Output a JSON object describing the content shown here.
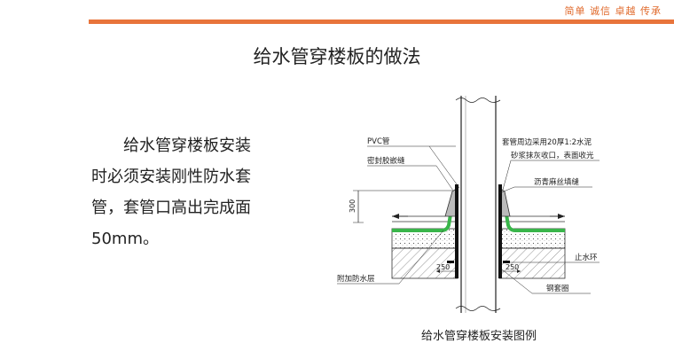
{
  "header": {
    "slogan": "简单 诚信 卓越 传承",
    "accent_color": "#e8743b"
  },
  "title": "给水管穿楼板的做法",
  "body": {
    "lines": [
      "给水管穿楼板安装",
      "时必须安装刚性防水套",
      "管，套管口高出完成面",
      "50mm。"
    ]
  },
  "diagram": {
    "labels": {
      "pvc": "PVC管",
      "seal": "密封胶嵌缝",
      "rim_line1": "套管周边采用20厚1:2水泥",
      "rim_line2": "砂浆抹灰收口，表面收光",
      "asphalt": "沥青麻丝填缝",
      "height": "300",
      "stop_ring": "止水环",
      "extra_waterproof": "附加防水层",
      "width_left": "250",
      "width_right": "250",
      "steel_sleeve": "钢套圈"
    },
    "colors": {
      "waterproof": "#39b54a"
    },
    "caption": "给水管穿楼板安装图例"
  }
}
